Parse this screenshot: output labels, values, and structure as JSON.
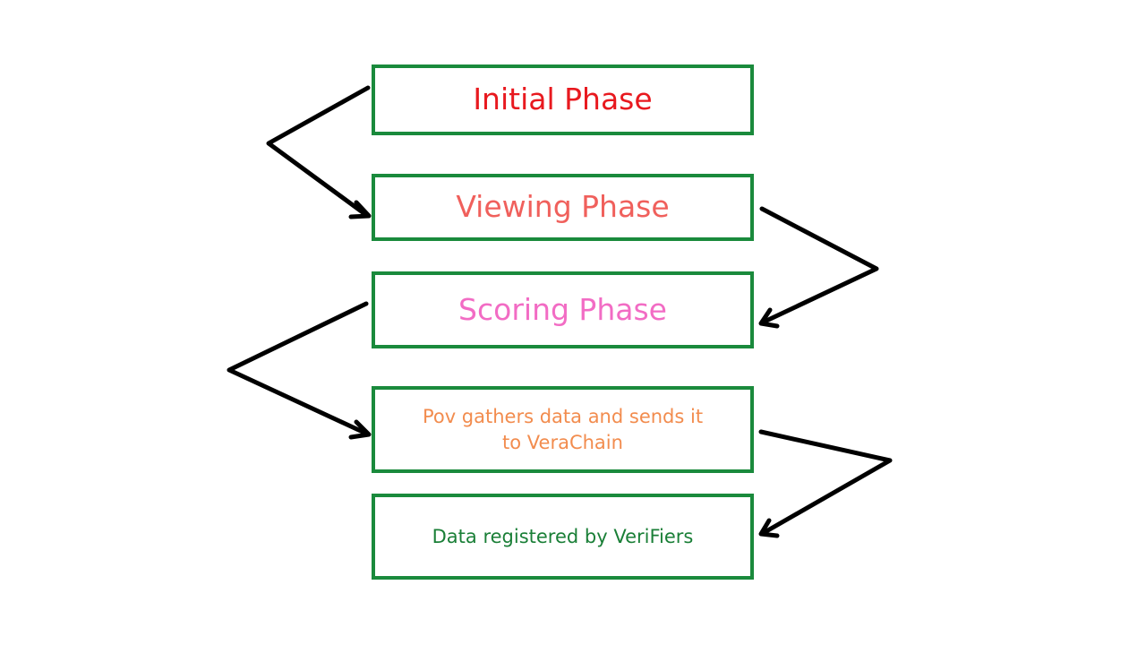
{
  "diagram": {
    "nodes": [
      {
        "id": "initial",
        "label": "Initial Phase",
        "color": "#e8191f"
      },
      {
        "id": "viewing",
        "label": "Viewing Phase",
        "color": "#f0605c"
      },
      {
        "id": "scoring",
        "label": "Scoring Phase",
        "color": "#f26cc4"
      },
      {
        "id": "pov",
        "label": "Pov gathers data and sends it to VeraChain",
        "color": "#f28c4e"
      },
      {
        "id": "data",
        "label": "Data registered by VeriFiers",
        "color": "#1a7f37"
      }
    ],
    "edges": [
      {
        "from": "initial",
        "to": "viewing"
      },
      {
        "from": "viewing",
        "to": "scoring"
      },
      {
        "from": "scoring",
        "to": "pov"
      },
      {
        "from": "pov",
        "to": "data"
      }
    ],
    "box_border_color": "#1a8a3c",
    "arrow_color": "#000000"
  }
}
